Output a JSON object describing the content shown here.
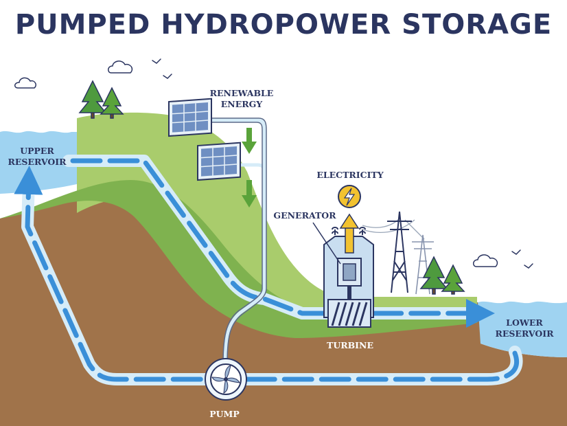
{
  "title": "PUMPED HYDROPOWER STORAGE",
  "labels": {
    "upper_reservoir_line1": "UPPER",
    "upper_reservoir_line2": "RESERVOIR",
    "lower_reservoir_line1": "LOWER",
    "lower_reservoir_line2": "RESERVOIR",
    "renewable_line1": "RENEWABLE",
    "renewable_line2": "ENERGY",
    "electricity": "ELECTRICITY",
    "generator": "GENERATOR",
    "turbine": "TURBINE",
    "pump": "PUMP"
  },
  "colors": {
    "title": "#2b3560",
    "ground": "#a0734a",
    "grass_light": "#a9cc6c",
    "grass_dark": "#7fb24f",
    "water": "#9fd3f1",
    "pipe": "#d6ecf8",
    "flow": "#3a8fd8",
    "arrow_green": "#5aa33a",
    "bolt": "#f2c230"
  },
  "icons": [
    "solar-panel-icon",
    "lightning-bolt-icon",
    "pine-tree-icon",
    "cloud-icon",
    "bird-icon",
    "power-pylon-icon",
    "fan-icon"
  ]
}
